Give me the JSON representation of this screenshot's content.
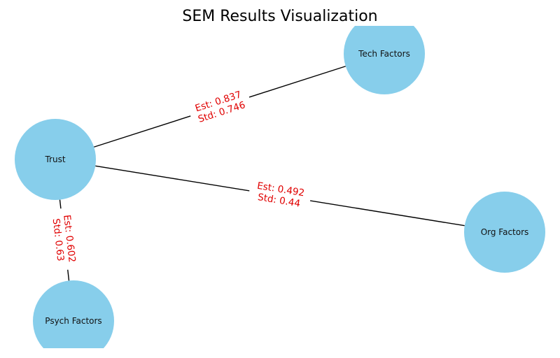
{
  "title": "SEM Results Visualization",
  "colors": {
    "node_fill": "#87CEEB",
    "edge": "#000000",
    "edge_label": "#E00000"
  },
  "nodes": [
    {
      "id": "trust",
      "label": "Trust"
    },
    {
      "id": "tech",
      "label": "Tech Factors"
    },
    {
      "id": "org",
      "label": "Org Factors"
    },
    {
      "id": "psych",
      "label": "Psych Factors"
    }
  ],
  "edges": [
    {
      "id": "trust-tech",
      "from": "trust",
      "to": "tech",
      "est_label": "Est: 0.837",
      "std_label": "Std: 0.746"
    },
    {
      "id": "trust-org",
      "from": "trust",
      "to": "org",
      "est_label": "Est: 0.492",
      "std_label": "Std: 0.44"
    },
    {
      "id": "trust-psych",
      "from": "trust",
      "to": "psych",
      "est_label": "Est: 0.602",
      "std_label": "Std: 0.63"
    }
  ]
}
